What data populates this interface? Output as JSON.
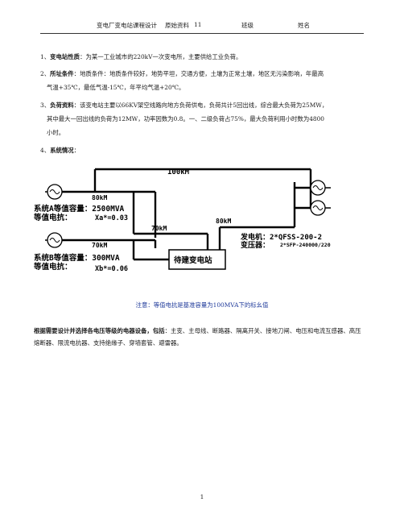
{
  "header": {
    "course": "变电厂变电站课程设计",
    "material": "原始资料",
    "number": "11",
    "class_label": "班级",
    "name_label": "姓名"
  },
  "items": [
    {
      "num": "1、",
      "label": "变电站性质",
      "text": "：为某一工业城市的220kV一次变电所，主要供给工业负荷。"
    },
    {
      "num": "2、",
      "label": "所址条件",
      "text": "：地质条件：地质条件较好，地势平坦，交通方便，土壤为正常土壤，地区无污染影响，年最高",
      "cont": "气温+35℃，最低气温-15℃，年平均气温+20℃。"
    },
    {
      "num": "3、",
      "label": "负荷资料",
      "text": "：该变电站主要以66KV架空线路向地方负荷供电，负荷共计5回出线，综合最大负荷为25MW，",
      "cont": "其中最大一回出线的负荷为12MW，功率因数为0.8。一、二级负荷占75%，最大负荷利用小时数为4800",
      "cont2": "小时。"
    },
    {
      "num": "4、",
      "label": "系统情况",
      "text": "："
    }
  ],
  "diagram": {
    "line_100": "100kM",
    "line_80a": "80kM",
    "line_70a": "70kM",
    "line_80b": "80kM",
    "line_70b": "70kM",
    "sysA_cap": "系统A等值容量：2500MVA",
    "sysA_react_label": "等值电抗：",
    "sysA_react": "Xa*=0.03",
    "sysB_cap": "系统B等值容量：300MVA",
    "sysB_react_label": "等值电抗：",
    "sysB_react": "Xb*=0.06",
    "gen": "发电机：2*QFSS-200-2",
    "xfmr_label": "变压器：",
    "xfmr": "2*SFP-240000/220",
    "station": "待建变电站"
  },
  "note": "注意：等值电抗是基准容量为100MVA下的标幺值",
  "requirement": {
    "label": "根据需要设计并选择各电压等级的电器设备，包括",
    "text": "：主变、主母线、断路器、隔离开关、接地刀闸、电压和电流互感器、高压熔断器、限流电抗器、支持绝缘子、穿墙套管、避雷器。"
  },
  "page_number": "1"
}
